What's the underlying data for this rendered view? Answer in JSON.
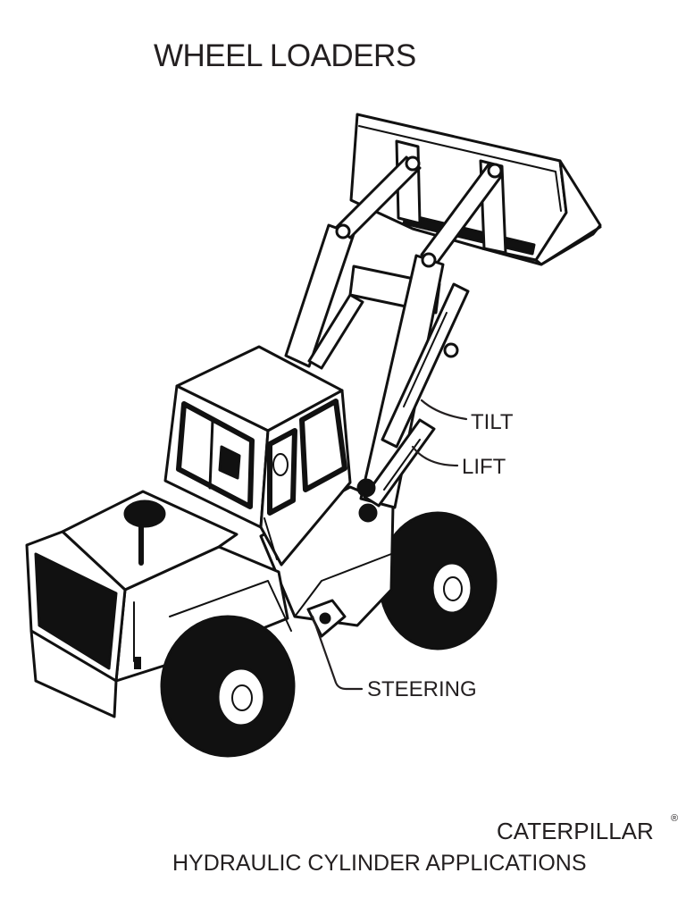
{
  "title": "WHEEL LOADERS",
  "callouts": {
    "tilt": "TILT",
    "lift": "LIFT",
    "steering": "STEERING"
  },
  "footer": {
    "brand": "CATERPILLAR",
    "registered_mark": "®",
    "subtitle": "HYDRAULIC CYLINDER APPLICATIONS"
  },
  "colors": {
    "ink": "#231f20",
    "background": "#ffffff"
  }
}
